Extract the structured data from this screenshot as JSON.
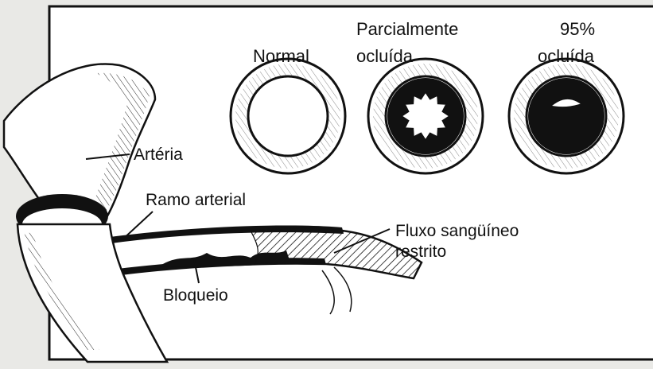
{
  "figure": {
    "labels": {
      "artery": "Artéria",
      "branch": "Ramo arterial",
      "flow": [
        "Fluxo sangüíneo",
        "restrito"
      ],
      "blockage": "Bloqueio"
    },
    "cross_sections": [
      {
        "title": [
          "Normal"
        ],
        "state": "open"
      },
      {
        "title": [
          "Parcialmente",
          "ocluída"
        ],
        "state": "partial"
      },
      {
        "title": [
          "95%",
          "ocluída"
        ],
        "state": "occluded"
      }
    ],
    "colors": {
      "ink": "#111111",
      "paper": "#ffffff",
      "background": "#e9e9e6"
    }
  }
}
